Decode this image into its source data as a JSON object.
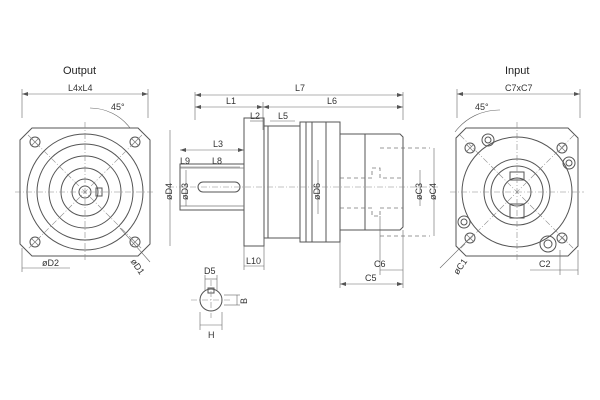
{
  "views": {
    "output": {
      "title": "Output",
      "width_label": "L4xL4",
      "angle_label": "45°",
      "d2_label": "øD2",
      "d1_label": "øD1"
    },
    "input": {
      "title": "Input",
      "width_label": "C7xC7",
      "angle_label": "45°",
      "c1_label": "øC1",
      "c2_label": "C2"
    },
    "side": {
      "labels": {
        "L7": "L7",
        "L1": "L1",
        "L6": "L6",
        "L2": "L2",
        "L5": "L5",
        "L3": "L3",
        "L9": "L9",
        "L8": "L8",
        "D4": "øD4",
        "D3": "øD3",
        "D6": "øD6",
        "C3": "øC3",
        "C4": "øC4",
        "L10": "L10",
        "C6": "C6",
        "C5": "C5"
      }
    },
    "key": {
      "D5": "D5",
      "B": "B",
      "H": "H"
    }
  },
  "colors": {
    "line": "#555555",
    "text": "#333333"
  }
}
